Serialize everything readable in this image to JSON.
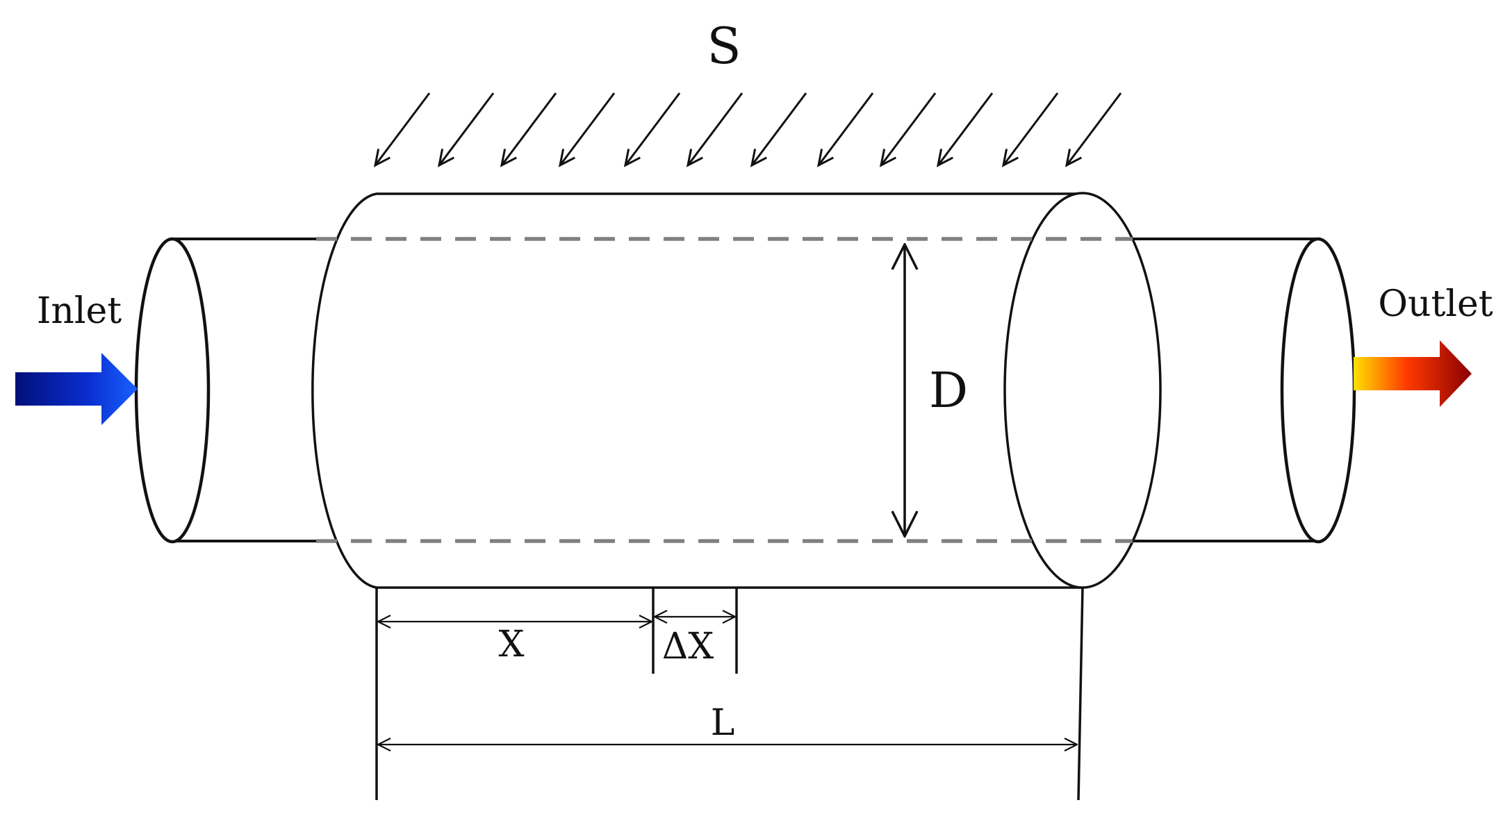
{
  "labels": {
    "inlet": "Inlet",
    "outlet": "Outlet",
    "irradiance": "S",
    "diameter": "D",
    "position": "X",
    "segment": "ΔX",
    "length": "L"
  },
  "colors": {
    "inlet_arrow_start": "#00107a",
    "inlet_arrow_end": "#1a52ff",
    "outlet_arrow_start": "#ffe000",
    "outlet_arrow_mid": "#ff2a00",
    "outlet_arrow_end": "#8a0000",
    "dashed_line": "#808080",
    "stroke": "#111111"
  },
  "icons": {
    "inlet_arrow": "inlet-flow-arrow-icon",
    "outlet_arrow": "outlet-flow-arrow-icon",
    "irradiance_arrows": "irradiance-arrow-icon"
  }
}
